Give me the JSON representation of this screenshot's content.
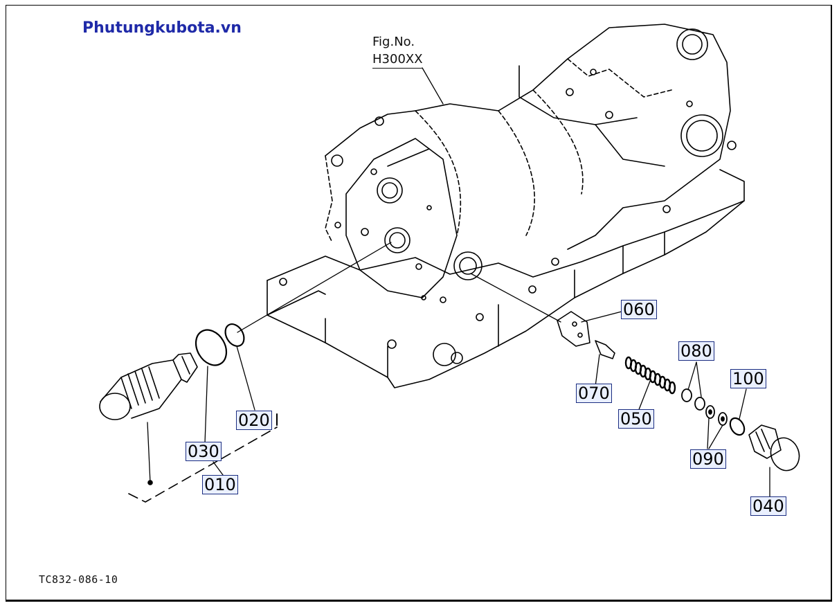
{
  "watermark": {
    "text": "Phutungkubota.vn",
    "color": "#1f2aa8"
  },
  "figure": {
    "label": "Fig.No.",
    "number": "H300XX"
  },
  "drawing_code": "TC832-086-10",
  "callouts": {
    "c010": "010",
    "c020": "020",
    "c030": "030",
    "c040": "040",
    "c050": "050",
    "c060": "060",
    "c070": "070",
    "c080": "080",
    "c090": "090",
    "c100": "100"
  },
  "colors": {
    "line": "#000000",
    "callout_bg": "#eaf0ff",
    "callout_border": "#1a2c80"
  }
}
